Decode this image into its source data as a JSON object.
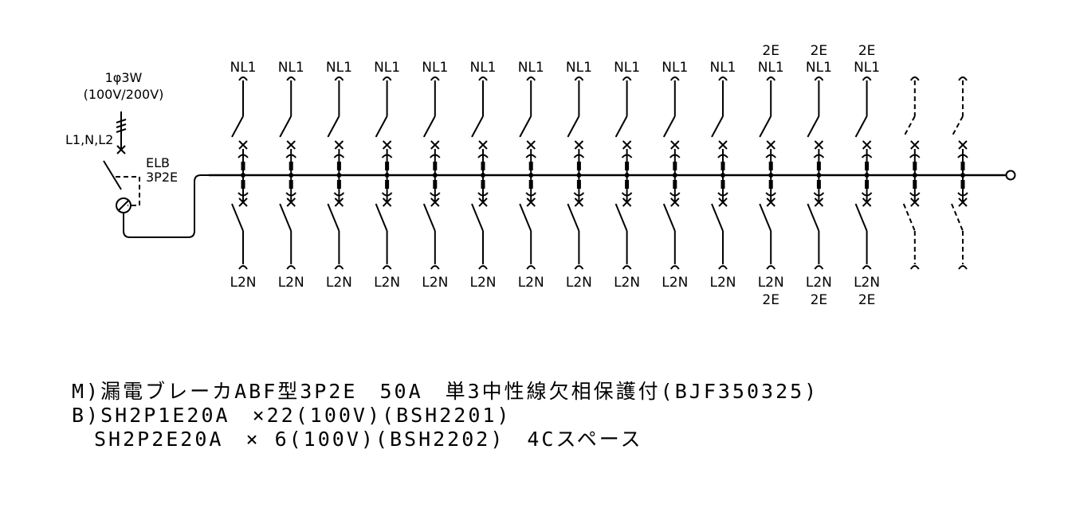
{
  "supply": {
    "phase": "1φ3W",
    "voltage": "(100V/200V)",
    "lines": "L1,N,L2",
    "elb_name": "ELB",
    "elb_poles": "3P2E"
  },
  "branches": [
    {
      "top": [
        "NL1"
      ],
      "bottom": [
        "L2N"
      ],
      "type": "breaker"
    },
    {
      "top": [
        "NL1"
      ],
      "bottom": [
        "L2N"
      ],
      "type": "breaker"
    },
    {
      "top": [
        "NL1"
      ],
      "bottom": [
        "L2N"
      ],
      "type": "breaker"
    },
    {
      "top": [
        "NL1"
      ],
      "bottom": [
        "L2N"
      ],
      "type": "breaker"
    },
    {
      "top": [
        "NL1"
      ],
      "bottom": [
        "L2N"
      ],
      "type": "breaker"
    },
    {
      "top": [
        "NL1"
      ],
      "bottom": [
        "L2N"
      ],
      "type": "breaker"
    },
    {
      "top": [
        "NL1"
      ],
      "bottom": [
        "L2N"
      ],
      "type": "breaker"
    },
    {
      "top": [
        "NL1"
      ],
      "bottom": [
        "L2N"
      ],
      "type": "breaker"
    },
    {
      "top": [
        "NL1"
      ],
      "bottom": [
        "L2N"
      ],
      "type": "breaker"
    },
    {
      "top": [
        "NL1"
      ],
      "bottom": [
        "L2N"
      ],
      "type": "breaker"
    },
    {
      "top": [
        "NL1"
      ],
      "bottom": [
        "L2N"
      ],
      "type": "breaker"
    },
    {
      "top": [
        "2E",
        "NL1"
      ],
      "bottom": [
        "L2N",
        "2E"
      ],
      "type": "breaker"
    },
    {
      "top": [
        "2E",
        "NL1"
      ],
      "bottom": [
        "L2N",
        "2E"
      ],
      "type": "breaker"
    },
    {
      "top": [
        "2E",
        "NL1"
      ],
      "bottom": [
        "L2N",
        "2E"
      ],
      "type": "breaker"
    },
    {
      "top": [],
      "bottom": [],
      "type": "space"
    },
    {
      "top": [],
      "bottom": [],
      "type": "space"
    }
  ],
  "spec_lines": [
    "M)漏電ブレーカABF型3P2E　50A　単3中性線欠相保護付(BJF350325)",
    "B)SH2P1E20A　×22(100V)(BSH2201)",
    "　SH2P2E20A　× 6(100V)(BSH2202)　4Cスペース"
  ]
}
